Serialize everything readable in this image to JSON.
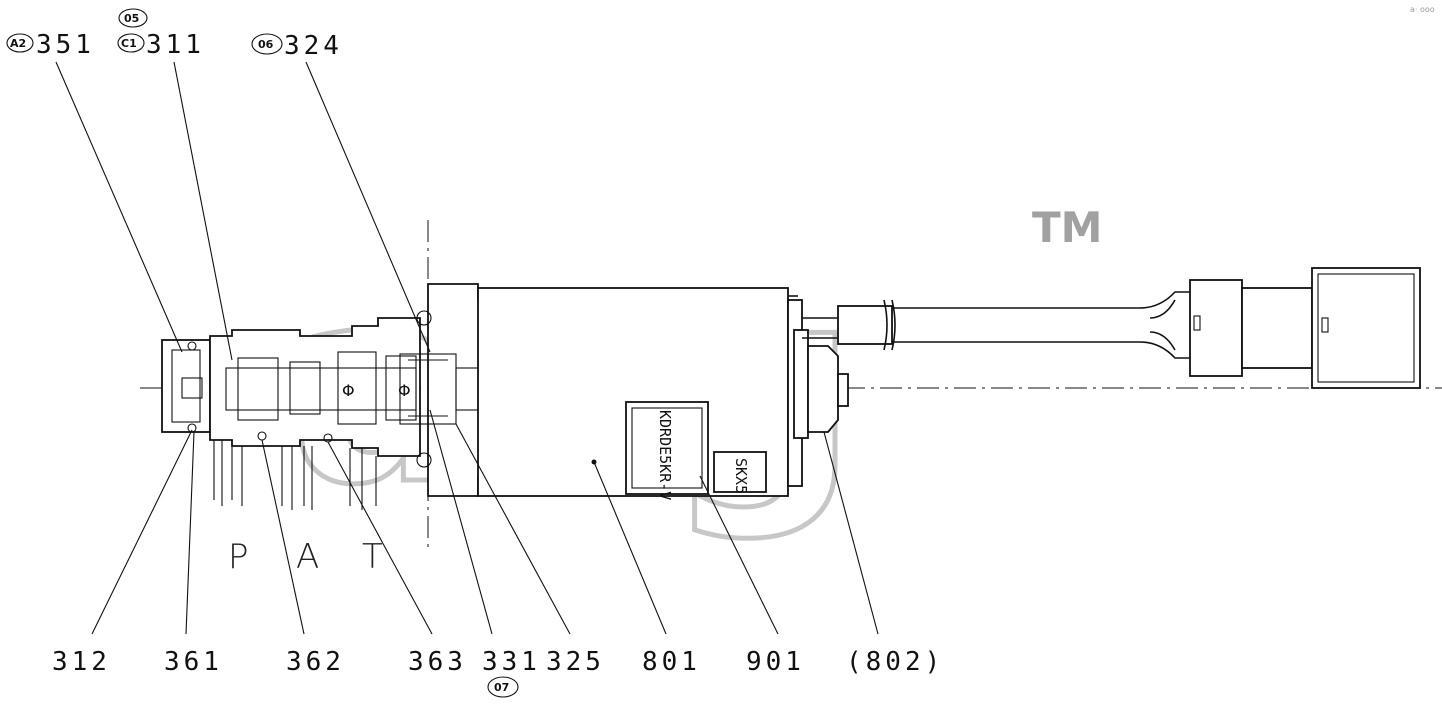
{
  "watermark": {
    "text": "ang",
    "trademark": "TM"
  },
  "corner_mark": "a· ooo",
  "ports": [
    "P",
    "A",
    "T"
  ],
  "nameplate": {
    "model": "KDRDE5KR-V",
    "tag": "SKX5"
  },
  "top_labels": [
    {
      "badge": "A2",
      "badge_shape": "oval",
      "number": "351"
    },
    {
      "badge": "C1",
      "badge_shape": "oval",
      "number": "311",
      "top_badge": "05"
    },
    {
      "badge": "06",
      "badge_shape": "oval",
      "number": "324"
    }
  ],
  "bottom_labels": [
    {
      "number": "312"
    },
    {
      "number": "361"
    },
    {
      "number": "362"
    },
    {
      "number": "363"
    },
    {
      "number": "331",
      "badge": "07"
    },
    {
      "number": "325"
    },
    {
      "number": "801"
    },
    {
      "number": "901"
    },
    {
      "number": "(802)"
    }
  ]
}
